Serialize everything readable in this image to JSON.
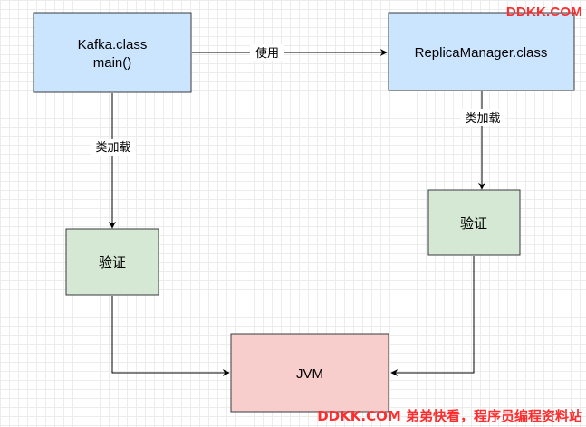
{
  "nodes": {
    "kafka": {
      "line1": "Kafka.class",
      "line2": "main()",
      "fill": "#cce5ff",
      "stroke": "#36393d"
    },
    "replica": {
      "label": "ReplicaManager.class",
      "fill": "#cce5ff",
      "stroke": "#36393d"
    },
    "verify_left": {
      "label": "验证",
      "fill": "#d5e8d4",
      "stroke": "#36393d"
    },
    "verify_right": {
      "label": "验证",
      "fill": "#d5e8d4",
      "stroke": "#36393d"
    },
    "jvm": {
      "label": "JVM",
      "fill": "#f8cecc",
      "stroke": "#36393d"
    }
  },
  "edges": {
    "use": {
      "label": "使用"
    },
    "load_left": {
      "label": "类加载"
    },
    "load_right": {
      "label": "类加载"
    }
  },
  "watermarks": {
    "top": "DDKK.COM",
    "bottom": "DDKK.COM 弟弟快看，程序员编程资料站",
    "color": "#ff2d2d"
  }
}
